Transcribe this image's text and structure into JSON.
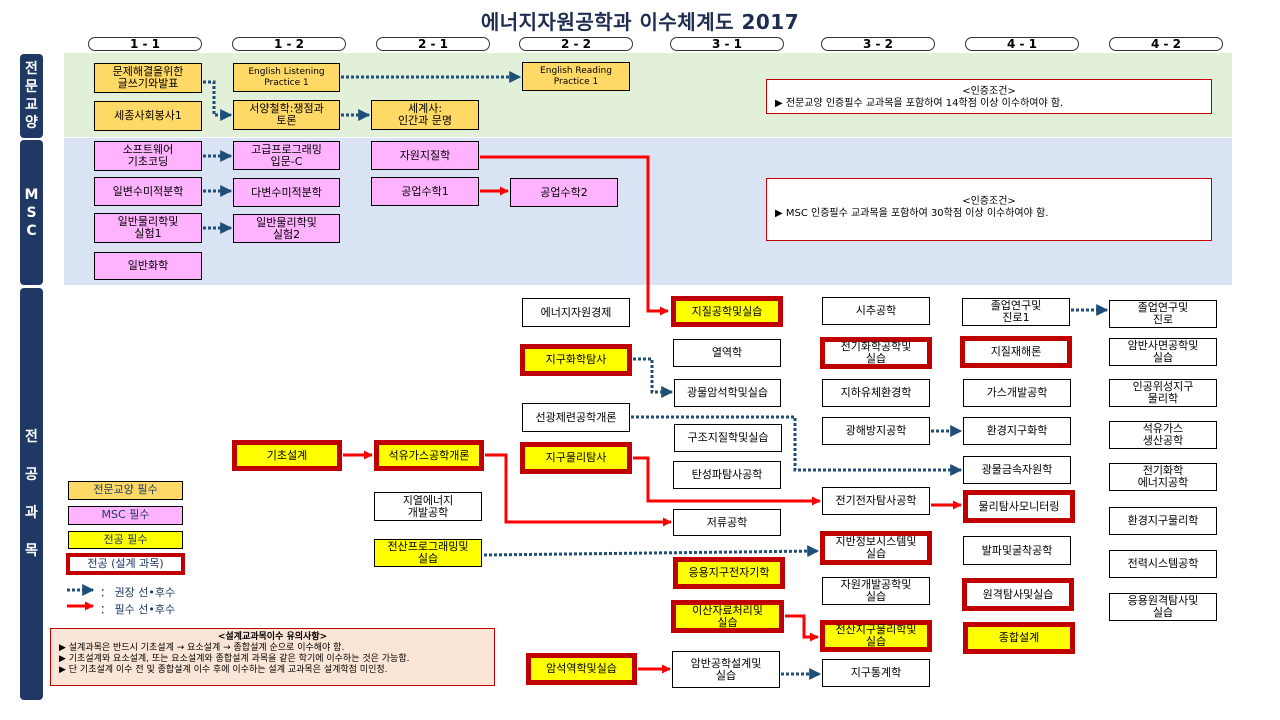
{
  "title": "에너지자원공학과  이수체계도  2017",
  "semesters": [
    "1 - 1",
    "1 - 2",
    "2 - 1",
    "2 - 2",
    "3 - 1",
    "3 - 2",
    "4 - 1",
    "4 - 2"
  ],
  "sidebar": {
    "general": [
      "전",
      "문",
      "교",
      "양"
    ],
    "msc": [
      "M",
      "S",
      "C"
    ],
    "major": [
      "전",
      "공",
      "과",
      "목"
    ]
  },
  "general_courses": {
    "writing": "문제해결을위한\n글쓰기와발표",
    "volunteer": "세종사회봉사1",
    "listening": "English  Listening\nPractice  1",
    "philosophy": "서양철학:쟁점과\n토론",
    "history": "세계사:\n인간과 문명",
    "reading": "English  Reading\nPractice  1"
  },
  "msc_courses": {
    "coding": "소프트웨어\n기초코딩",
    "programming_c": "고급프로그래밍\n입문-C",
    "resource_geology": "자원지질학",
    "calc1": "일변수미적분학",
    "calc2": "다변수미적분학",
    "eng_math1": "공업수학1",
    "eng_math2": "공업수학2",
    "physics1": "일반물리학및\n실험1",
    "physics2": "일반물리학및\n실험2",
    "chemistry": "일반화학"
  },
  "conditions": {
    "general": {
      "heading": "<인증조건>",
      "text": "▶ 전문교양 인증필수 교과목을 포함하여 14학점 이상 이수하여야 함."
    },
    "msc": {
      "heading": "<인증조건>",
      "text": "▶ MSC 인증필수 교과목을 포함하여 30학점 이상 이수하여야 함."
    }
  },
  "major_courses": {
    "basic_design": "기초설계",
    "petroleum_intro": "석유가스공학개론",
    "geothermal": "지열에너지\n개발공학",
    "computer_prog": "전산프로그래밍및\n실습",
    "energy_econ": "에너지자원경제",
    "geochem_explore": "지구화학탐사",
    "mineral_processing": "선광제련공학개론",
    "geophys_explore": "지구물리탐사",
    "rock_mechanics": "암석역학및실습",
    "eng_geology": "지질공학및실습",
    "thermo": "열역학",
    "mineralogy": "광물암석학및실습",
    "structural_geology": "구조지질학및실습",
    "elastic_wave": "탄성파탐사공학",
    "reservoir": "저류공학",
    "applied_em": "응용지구전자기학",
    "discrete_data": "이산자료처리및\n실습",
    "rock_design": "암반공학설계및\n실습",
    "drilling": "시추공학",
    "electrochem_lab": "전기화학공학및\n실습",
    "groundwater": "지하유체환경학",
    "mine_prevention": "광해방지공학",
    "electrical_explore": "전기전자탐사공학",
    "gis": "지반정보시스템및\n실습",
    "resource_dev": "자원개발공학및\n실습",
    "comp_geophys": "전산지구물리학및\n실습",
    "geostatistics": "지구통계학",
    "thesis1": "졸업연구및\n진로1",
    "geohazard": "지질재해론",
    "gas_dev": "가스개발공학",
    "env_geochem": "환경지구화학",
    "metal_resources": "광물금속자원학",
    "geophys_monitoring": "물리탐사모니터링",
    "blasting": "발파및굴착공학",
    "remote_sensing": "원격탐사및실습",
    "capstone": "종합설계",
    "thesis": "졸업연구및\n진로",
    "rock_slope": "암반사면공학및\n실습",
    "satellite_geophys": "인공위성지구\n물리학",
    "petroleum_prod": "석유가스\n생산공학",
    "electrochem_energy": "전기화학\n에너지공학",
    "env_geophys": "환경지구물리학",
    "power_systems": "전력시스템공학",
    "applied_remote": "응용원격탐사및\n실습"
  },
  "legend": {
    "general_required": "전문교양 필수",
    "msc_required": "MSC 필수",
    "major_required": "전공 필수",
    "major_design": "전공 (설계 과목)",
    "recommended": "：  권장 선•후수",
    "mandatory": "：  필수 선•후수"
  },
  "design_notes": {
    "heading": "<설계교과목이수 유의사항>",
    "items": [
      "▶ 설계과목은 반드시 기초설계 → 요소설계 → 종합설계 순으로 이수해야 함.",
      "▶ 기초설계와 요소설계, 또는 요소설계와 종합설계 과목을 같은 학기에 이수하는 것은 가능함.",
      "▶ 단 기초설계 이수 전 및 종합설계 이수 후에 이수하는 설계 교과목은 설계학점 미인정."
    ]
  },
  "colors": {
    "general": "#ffd966",
    "msc": "#ffb3ff",
    "major_required": "#ffff00",
    "design_border": "#c00000",
    "mandatory_arrow": "#ff0000",
    "recommended_arrow": "#1f4e79",
    "sidebar": "#1f3864"
  }
}
